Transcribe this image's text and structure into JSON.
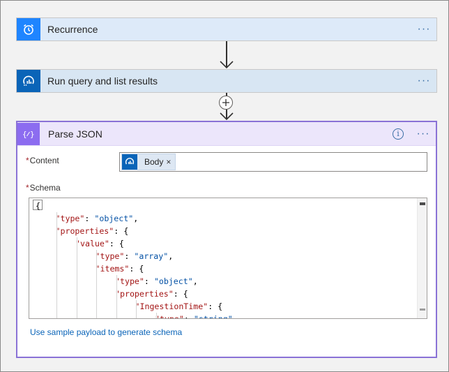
{
  "steps": {
    "recurrence": {
      "title": "Recurrence",
      "icon": "alarm-clock-icon",
      "color": "#1f85ff"
    },
    "run_query": {
      "title": "Run query and list results",
      "icon": "log-analytics-icon",
      "color": "#0a64b8"
    },
    "parse_json": {
      "title": "Parse JSON",
      "icon": "braces-icon",
      "color": "#8c6cf0"
    }
  },
  "more_label": "···",
  "info_label": "i",
  "fields": {
    "content": {
      "label": "Content",
      "required_mark": "*",
      "token": {
        "label": "Body",
        "close": "×",
        "icon": "log-analytics-icon"
      }
    },
    "schema": {
      "label": "Schema",
      "required_mark": "*"
    }
  },
  "schema_lines": [
    {
      "indent": 0,
      "parts": [
        [
          "p",
          "{"
        ]
      ]
    },
    {
      "indent": 1,
      "parts": [
        [
          "k",
          "\"type\""
        ],
        [
          "p",
          ": "
        ],
        [
          "s",
          "\"object\""
        ],
        [
          "p",
          ","
        ]
      ]
    },
    {
      "indent": 1,
      "parts": [
        [
          "k",
          "\"properties\""
        ],
        [
          "p",
          ": {"
        ]
      ]
    },
    {
      "indent": 2,
      "parts": [
        [
          "k",
          "\"value\""
        ],
        [
          "p",
          ": {"
        ]
      ]
    },
    {
      "indent": 3,
      "parts": [
        [
          "k",
          "\"type\""
        ],
        [
          "p",
          ": "
        ],
        [
          "s",
          "\"array\""
        ],
        [
          "p",
          ","
        ]
      ]
    },
    {
      "indent": 3,
      "parts": [
        [
          "k",
          "\"items\""
        ],
        [
          "p",
          ": {"
        ]
      ]
    },
    {
      "indent": 4,
      "parts": [
        [
          "k",
          "\"type\""
        ],
        [
          "p",
          ": "
        ],
        [
          "s",
          "\"object\""
        ],
        [
          "p",
          ","
        ]
      ]
    },
    {
      "indent": 4,
      "parts": [
        [
          "k",
          "\"properties\""
        ],
        [
          "p",
          ": {"
        ]
      ]
    },
    {
      "indent": 5,
      "parts": [
        [
          "k",
          "\"IngestionTime\""
        ],
        [
          "p",
          ": {"
        ]
      ]
    },
    {
      "indent": 6,
      "parts": [
        [
          "k",
          "\"type\""
        ],
        [
          "p",
          ": "
        ],
        [
          "s",
          "\"string\""
        ]
      ]
    }
  ],
  "sample_link": "Use sample payload to generate schema"
}
